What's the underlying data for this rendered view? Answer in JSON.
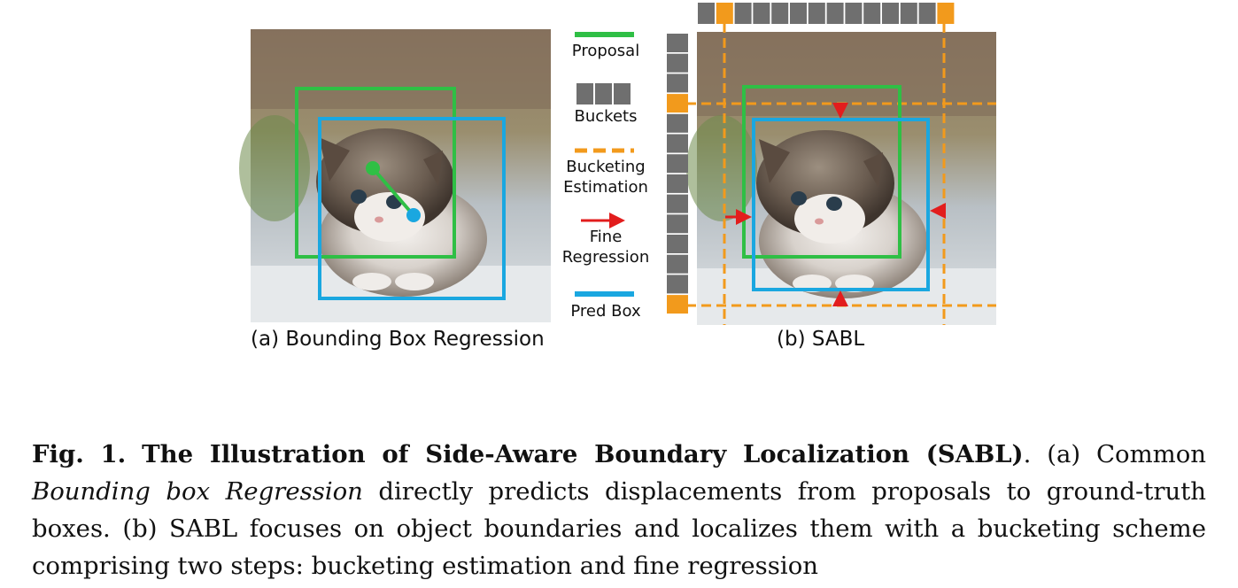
{
  "panels": {
    "a": {
      "label": "(a) Bounding Box Regression",
      "colors": {
        "proposal": "#2fbf45",
        "pred": "#1aa7e0",
        "shift_arrow": "#2fbf45"
      }
    },
    "b": {
      "label": "(b) SABL",
      "colors": {
        "proposal": "#2fbf45",
        "pred": "#1aa7e0",
        "bucket_estimate": "#f29a1c",
        "fine_arrow": "#e21d1d",
        "bucket": "#6f6f6f"
      }
    }
  },
  "legend": {
    "proposal": "Proposal",
    "buckets": "Buckets",
    "bucketing_line1": "Bucketing",
    "bucketing_line2": "Estimation",
    "fine_line1": "Fine",
    "fine_line2": "Regression",
    "pred_box": "Pred Box"
  },
  "caption": {
    "fig_num": "Fig. 1.",
    "title": "The Illustration of Side-Aware Boundary Localization (SABL)",
    "text_1": ". (a) Common ",
    "em_1": "Bounding box Regression",
    "text_2": " directly predicts displacements from proposals to ground-truth boxes. (b) SABL focuses on object boundaries and localizes them with a bucketing scheme comprising two steps: bucketing estimation and fine regression"
  }
}
